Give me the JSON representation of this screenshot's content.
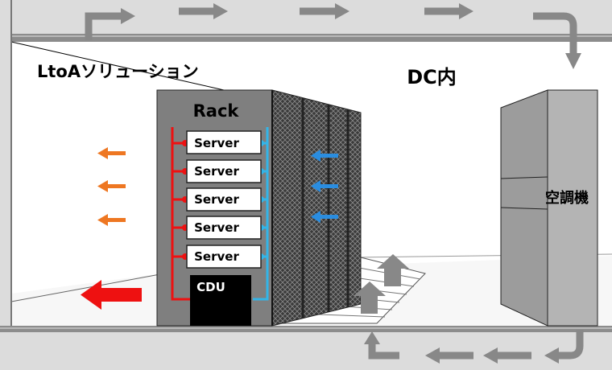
{
  "labels": {
    "solution": "LtoAソリューション",
    "dc": "DC内",
    "rack": "Rack",
    "cdu": "CDU",
    "aircon": "空調機"
  },
  "servers": [
    "Server",
    "Server",
    "Server",
    "Server",
    "Server"
  ],
  "colors": {
    "hot_air": "#ee7722",
    "liquid_hot": "#ee1111",
    "liquid_cold": "#33b5e8",
    "airflow": "#888888",
    "cold_air": "#2a8de0"
  },
  "icons": {
    "airflow": "airflow-arrow-icon",
    "hot_air": "hot-air-arrow-icon",
    "cold_air": "cold-air-arrow-icon",
    "exhaust": "exhaust-arrow-icon"
  }
}
